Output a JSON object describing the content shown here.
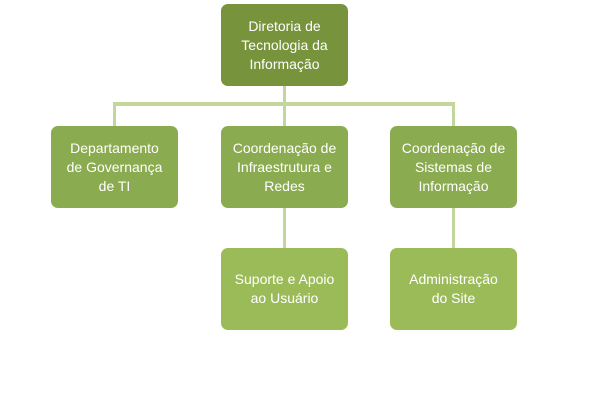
{
  "colors": {
    "top_node": "#77933c",
    "middle_nodes": "#8aab4f",
    "bottom_nodes": "#9bbb59",
    "connectors": "#c3d69b"
  },
  "nodes": {
    "diretoria": "Diretoria de\nTecnologia  da\nInformação",
    "governanca": "Departamento\nde Governança\nde TI",
    "infraestrutura": "Coordenação de\nInfraestrutura e\nRedes",
    "sistemas": "Coordenação de\nSistemas de\nInformação",
    "suporte": "Suporte e Apoio\nao Usuário",
    "site": "Administração\ndo Site"
  }
}
